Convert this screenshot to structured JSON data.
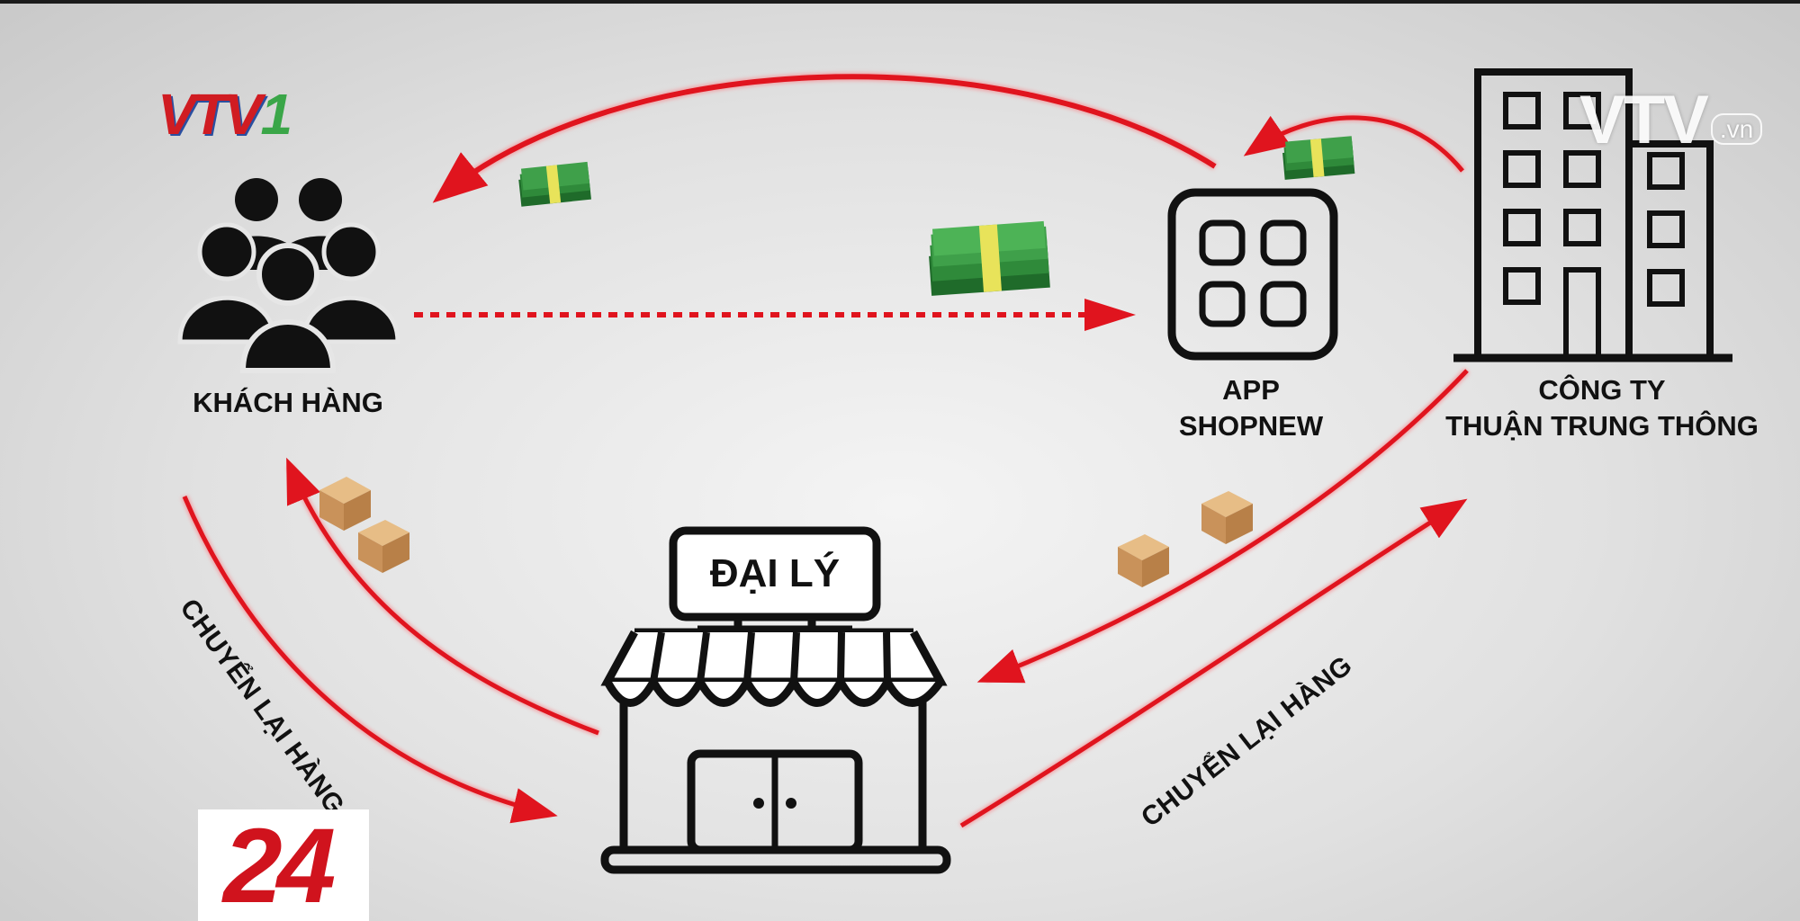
{
  "nodes": {
    "customers": {
      "label": "KHÁCH HÀNG"
    },
    "app": {
      "label_line1": "APP",
      "label_line2": "SHOPNEW"
    },
    "company": {
      "label_line1": "CÔNG TY",
      "label_line2": "THUẬN TRUNG THÔNG"
    },
    "agency": {
      "sign": "ĐẠI LÝ"
    }
  },
  "edge_labels": {
    "customers_to_agency": "CHUYỂN LẠI HÀNG",
    "agency_to_company": "CHUYỂN LẠI HÀNG"
  },
  "logos": {
    "vtv1_text": "VTV",
    "vtv1_number": "1",
    "channel_24": "24",
    "watermark_main": "VTV",
    "watermark_suffix": ".vn"
  },
  "colors": {
    "arrow": "#e0141e",
    "icon": "#111111",
    "money": "#2f8a3a",
    "money_band": "#e8e35a",
    "box": "#d9a56a",
    "logo_red": "#d0131d"
  },
  "icons": [
    "people-group-icon",
    "app-grid-icon",
    "office-building-icon",
    "storefront-icon",
    "cash-stack-icon",
    "cardboard-box-icon"
  ]
}
